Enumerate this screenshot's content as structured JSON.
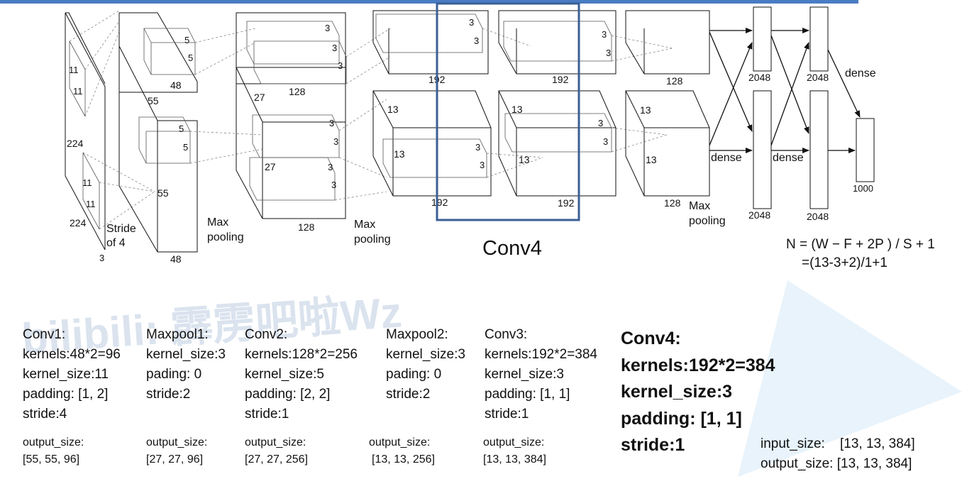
{
  "diagram": {
    "input": {
      "h": "224",
      "w": "224",
      "c": "3",
      "k1": "11",
      "k2": "11",
      "k3": "11",
      "k4": "11",
      "stride1": "Stride",
      "stride2": "of 4"
    },
    "conv1": {
      "d1": "55",
      "d2": "55",
      "c_top": "48",
      "c_bot": "48",
      "k": "5"
    },
    "conv2": {
      "d": "27",
      "d2": "27",
      "c_top": "128",
      "c_bot": "128",
      "k": "3"
    },
    "conv3": {
      "d": "13",
      "d2": "13",
      "c_top": "192",
      "c_bot": "192",
      "k": "3"
    },
    "conv4": {
      "d": "13",
      "c_top": "192",
      "c_bot": "192",
      "k": "3"
    },
    "conv5": {
      "d": "13",
      "d2": "13",
      "c_top": "128",
      "c_bot": "128"
    },
    "pool1": "Max\npooling",
    "pool2": "Max\npooling",
    "pool3": "Max\npooling",
    "dense_label": "dense",
    "fc1": "2048",
    "fc2": "2048",
    "fc_out": "1000"
  },
  "title": "Conv4",
  "formula": {
    "line1": "N = (W − F + 2P ) / S + 1",
    "line2": "=(13-3+2)/1+1"
  },
  "watermark": "bilibili: 霹雳吧啦Wz",
  "columns": [
    {
      "lines": [
        "Conv1:",
        "kernels:48*2=96",
        "kernel_size:11",
        "padding: [1, 2]",
        "stride:4"
      ],
      "out_label": "output_size:",
      "out_value": "[55, 55, 96]"
    },
    {
      "lines": [
        "Maxpool1:",
        "kernel_size:3",
        "pading: 0",
        "stride:2"
      ],
      "out_label": "output_size:",
      "out_value": "[27, 27, 96]"
    },
    {
      "lines": [
        "Conv2:",
        "kernels:128*2=256",
        "kernel_size:5",
        "padding: [2, 2]",
        "stride:1"
      ],
      "out_label": "output_size:",
      "out_value": "[27, 27, 256]"
    },
    {
      "lines": [
        "Maxpool2:",
        "kernel_size:3",
        "pading: 0",
        "stride:2"
      ],
      "out_label": "output_size:",
      "out_value": "[13, 13, 256]"
    },
    {
      "lines": [
        "Conv3:",
        "kernels:192*2=384",
        "kernel_size:3",
        "padding: [1, 1]",
        "stride:1"
      ],
      "out_label": "output_size:",
      "out_value": "[13, 13, 384]"
    }
  ],
  "conv4_info": {
    "lines": [
      "Conv4:",
      "kernels:192*2=384",
      "kernel_size:3",
      "padding: [1, 1]",
      "stride:1"
    ]
  },
  "size_info": {
    "input_label": "input_size:",
    "input_value": "[13, 13, 384]",
    "output_label": "output_size:",
    "output_value": "[13, 13, 384]"
  },
  "colors": {
    "accent_bar": "#4a7cc4",
    "highlight": "#3a5f96",
    "decor": "#e8f3fb"
  }
}
